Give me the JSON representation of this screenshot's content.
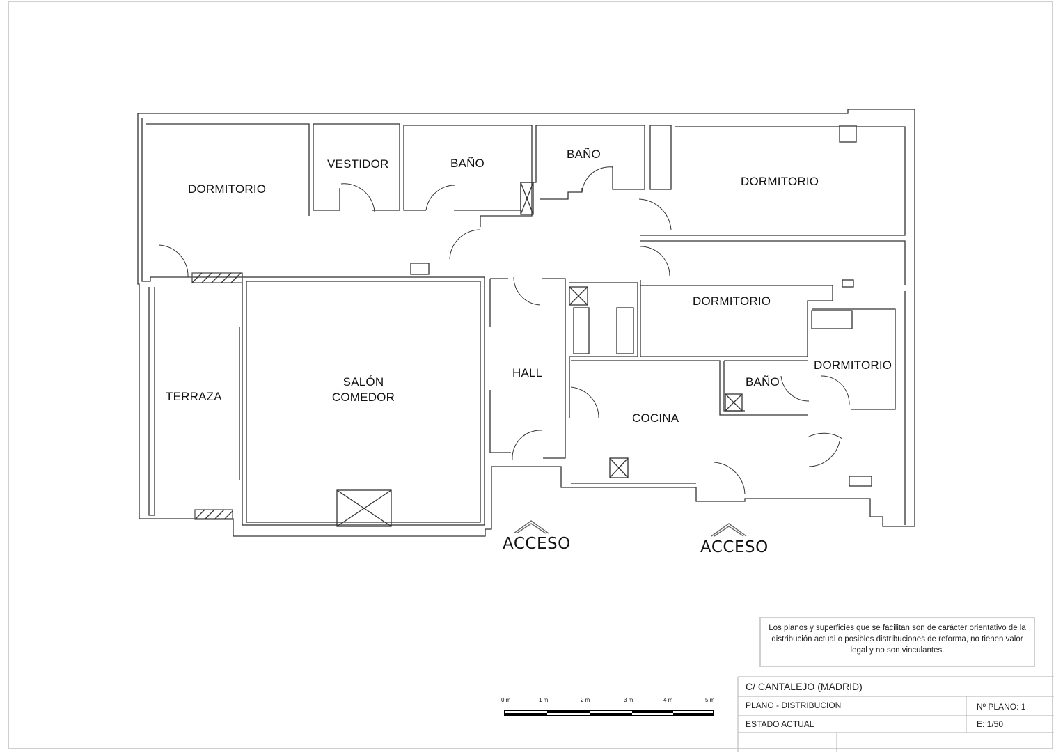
{
  "rooms": {
    "dormitorio_nw": "DORMITORIO",
    "vestidor": "VESTIDOR",
    "bano_1": "BAÑO",
    "bano_2": "BAÑO",
    "dormitorio_ne": "DORMITORIO",
    "dormitorio_e": "DORMITORIO",
    "dormitorio_se": "DORMITORIO",
    "bano_3": "BAÑO",
    "hall": "HALL",
    "salon_line1": "SALÓN",
    "salon_line2": "COMEDOR",
    "terraza": "TERRAZA",
    "cocina": "COCINA"
  },
  "access": {
    "left": "ACCESO",
    "right": "ACCESO"
  },
  "disclaimer": "Los planos y superficies que se facilitan son de carácter orientativo de la distribución actual o posibles distribuciones de reforma, no tienen valor legal y no son vinculantes.",
  "scale_bar": {
    "labels": [
      "0 m",
      "1 m",
      "2 m",
      "3 m",
      "4 m",
      "5 m"
    ]
  },
  "title_block": {
    "address": "C/ CANTALEJO  (MADRID)",
    "plan_type": "PLANO  -  DISTRIBUCION",
    "plan_number": "Nº PLANO:  1",
    "state": "ESTADO  ACTUAL",
    "scale": "E: 1/50"
  }
}
